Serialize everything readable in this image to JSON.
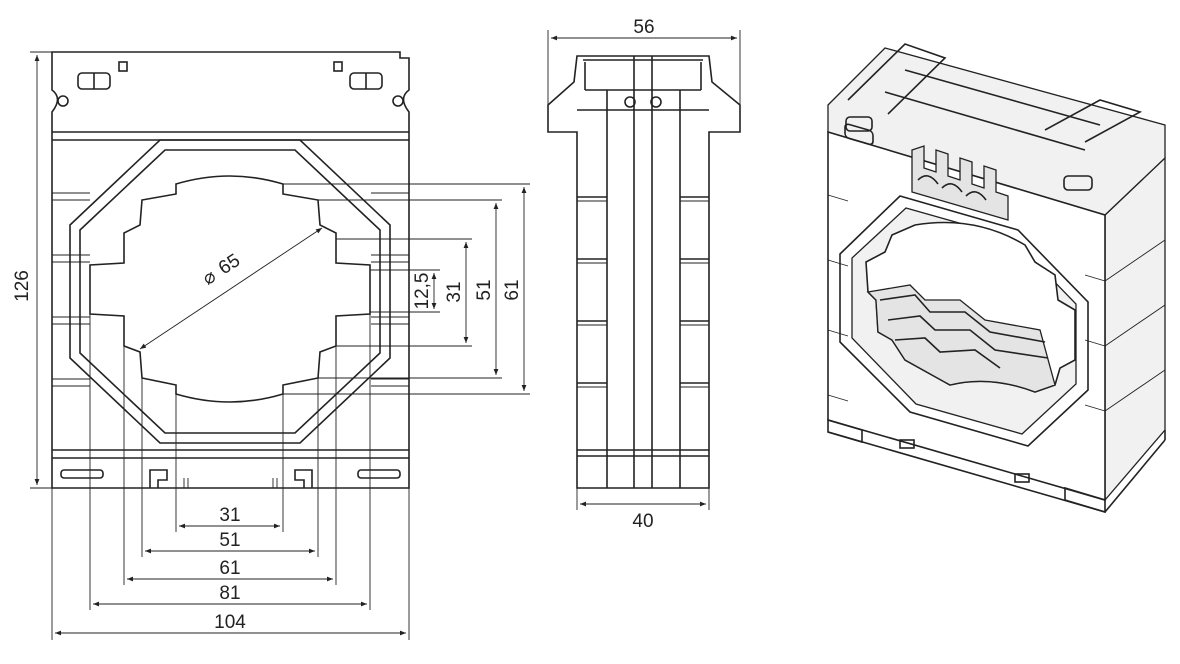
{
  "colors": {
    "line": "#222222",
    "background": "#ffffff",
    "shade": "#f1f1f1"
  },
  "front_view": {
    "height_dim": "126",
    "bottom_dims": [
      "31",
      "51",
      "61",
      "81",
      "104"
    ],
    "right_dims": [
      "12,5",
      "31",
      "51",
      "61"
    ],
    "diameter_dim": "65",
    "diameter_symbol": "⌀"
  },
  "side_view": {
    "top_dim": "56",
    "bottom_dim": "40"
  },
  "iso_view": {}
}
